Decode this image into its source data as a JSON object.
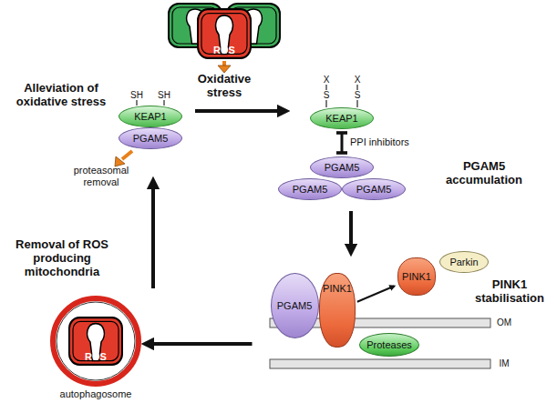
{
  "diagram": {
    "nodes": [
      {
        "text": [
          "ROS"
        ]
      },
      {
        "text": [
          "KEAP1"
        ]
      },
      {
        "text": [
          "PGAM5"
        ]
      },
      {
        "text": [
          "KEAP1"
        ]
      },
      {
        "text": [
          "PGAM5"
        ]
      },
      {
        "text": [
          "PGAM5"
        ]
      },
      {
        "text": [
          "PGAM5"
        ]
      },
      {
        "text": [
          "PGAM5"
        ]
      },
      {
        "text": [
          "PINK1"
        ]
      },
      {
        "text": [
          "PINK1"
        ]
      },
      {
        "text": [
          "Parkin"
        ]
      },
      {
        "text": [
          "Proteases"
        ]
      },
      {
        "text": [
          "autophagosome"
        ]
      },
      {
        "text": [
          "ROS"
        ],
        "in": 12
      }
    ],
    "edges": [
      {
        "from": 1,
        "to": 3,
        "arrow": "to"
      },
      {
        "from": 6,
        "to": 8,
        "arrow": "to"
      },
      {
        "from": 7,
        "to": 12,
        "arrow": "to"
      },
      {
        "from": 12,
        "to": 2,
        "arrow": "to"
      },
      {
        "from": 3,
        "to": 4,
        "arrow": "none"
      },
      {
        "from": 8,
        "to": 9,
        "arrow": "to"
      }
    ],
    "labels": [
      "Oxidative stress",
      "Alleviation of oxidative stress",
      "SH",
      "SH",
      "proteasomal removal",
      "X",
      "S",
      "X",
      "S",
      "PPI inhibitors",
      "PGAM5 accumulation",
      "PINK1 stabilisation",
      "OM",
      "IM",
      "Removal of ROS producing mitochondria"
    ]
  }
}
